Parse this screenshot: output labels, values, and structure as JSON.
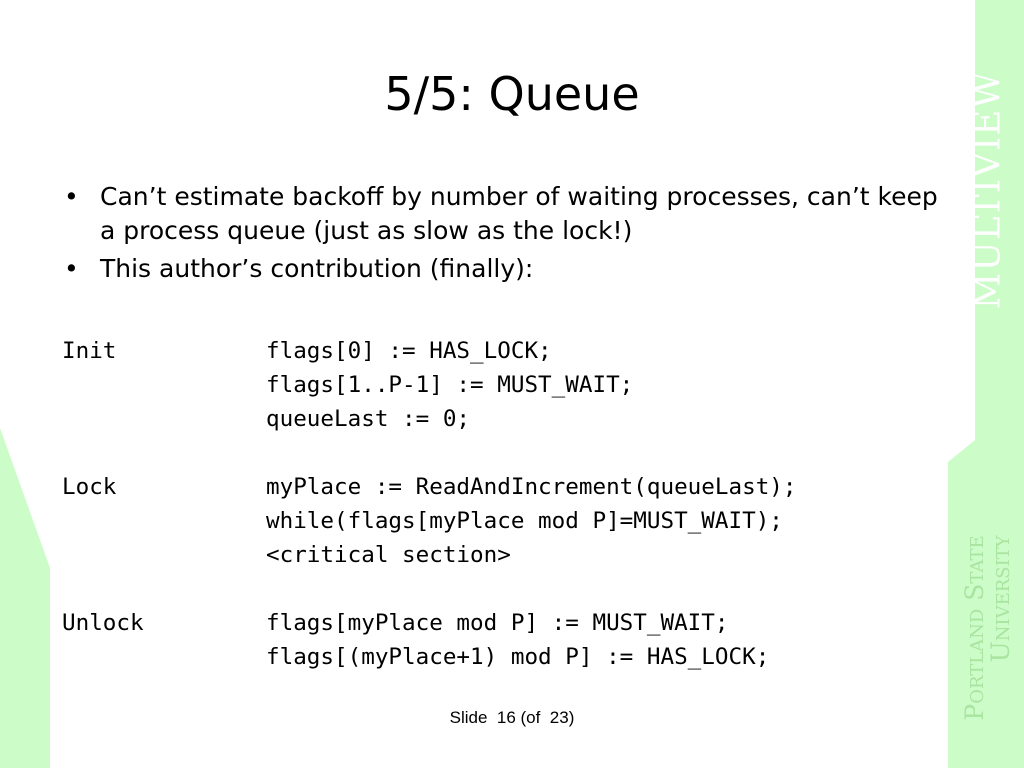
{
  "slide": {
    "title": "5/5: Queue",
    "bullet_symbol": "•",
    "bullets": [
      "Can’t estimate backoff by number of waiting processes, can’t keep a process queue (just as slow as the lock!)",
      "This author’s contribution (finally):"
    ],
    "code": [
      {
        "label": "Init",
        "text": "flags[0] := HAS_LOCK;"
      },
      {
        "label": "",
        "text": "flags[1..P-1] := MUST_WAIT;"
      },
      {
        "label": "",
        "text": "queueLast := 0;"
      },
      {
        "label": "",
        "text": ""
      },
      {
        "label": "Lock",
        "text": "myPlace := ReadAndIncrement(queueLast);"
      },
      {
        "label": "",
        "text": "while(flags[myPlace mod P]=MUST_WAIT);"
      },
      {
        "label": "",
        "text": "<critical section>"
      },
      {
        "label": "",
        "text": ""
      },
      {
        "label": "Unlock",
        "text": "flags[myPlace mod P] := MUST_WAIT;"
      },
      {
        "label": "",
        "text": "flags[(myPlace+1) mod P] := HAS_LOCK;"
      }
    ],
    "footer": "Slide  16 (of  23)"
  },
  "branding": {
    "side_text": "MULTIVIEW",
    "logo_line1": "Portland State",
    "logo_line2": "University"
  },
  "colors": {
    "accent_green": "#ccfcc8",
    "logo_green": "#a9e4a1",
    "text": "#000000",
    "background": "#ffffff"
  }
}
